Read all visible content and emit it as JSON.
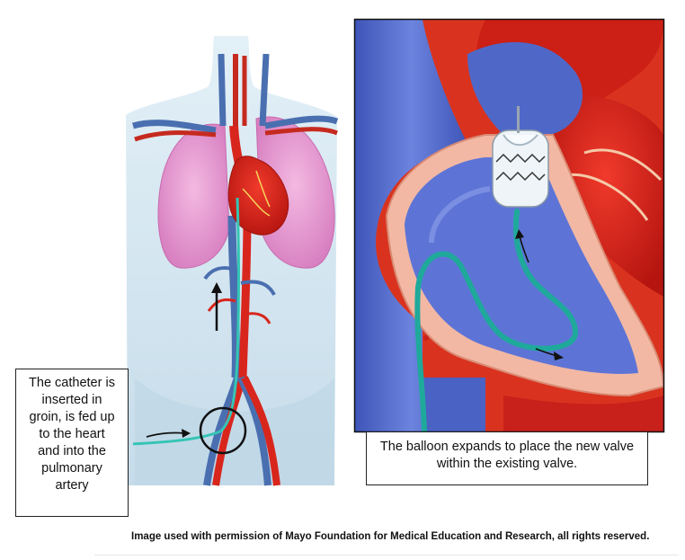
{
  "callouts": {
    "catheter": [
      "The catheter is",
      "inserted in",
      "groin, is fed up",
      "to the heart",
      "and into the",
      "pulmonary",
      "artery"
    ],
    "balloon": [
      "The balloon expands to place the new valve",
      "within the existing valve."
    ]
  },
  "credit": "Image used with permission of Mayo Foundation for Medical Education and Research, all rights reserved.",
  "colors": {
    "body_skin": "#cfe3ee",
    "lung": "#e79ad0",
    "artery_red": "#d8261d",
    "vein_blue": "#4a67c9",
    "catheter_teal": "#1fa99b",
    "heart_wall": "#f2b8a4"
  }
}
